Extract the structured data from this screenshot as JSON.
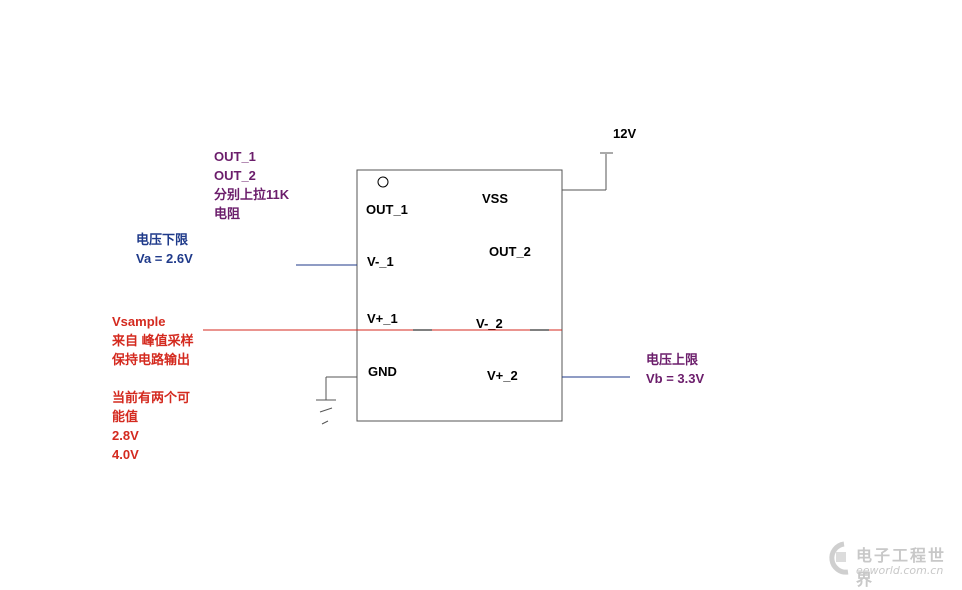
{
  "chip": {
    "pins": {
      "out1": "OUT_1",
      "vss": "VSS",
      "vminus1": "V-_1",
      "out2": "OUT_2",
      "vplus1": "V+_1",
      "vminus2": "V-_2",
      "gnd": "GND",
      "vplus2": "V+_2"
    }
  },
  "supply": {
    "label": "12V"
  },
  "notes": {
    "pullup": [
      "OUT_1",
      "OUT_2",
      "分别上拉11K",
      "电阻"
    ],
    "lower": {
      "title": "电压下限",
      "value": "Va = 2.6V"
    },
    "upper": {
      "title": "电压上限",
      "value": "Vb = 3.3V"
    },
    "sample": {
      "lines": [
        "Vsample",
        "来自 峰值采样",
        "保持电路输出"
      ],
      "possible": [
        "当前有两个可",
        "能值",
        "2.8V",
        "4.0V"
      ]
    }
  },
  "colors": {
    "purple": "#6b1d6b",
    "blue": "#1f3a8a",
    "red": "#d42a1f",
    "wire": "#555555",
    "sample_wire": "#d42a1f",
    "lower_wire": "#1f3a8a",
    "upper_wire": "#1f3a8a"
  },
  "watermark": {
    "name": "电子工程世界",
    "url": "eeworld.com.cn"
  }
}
